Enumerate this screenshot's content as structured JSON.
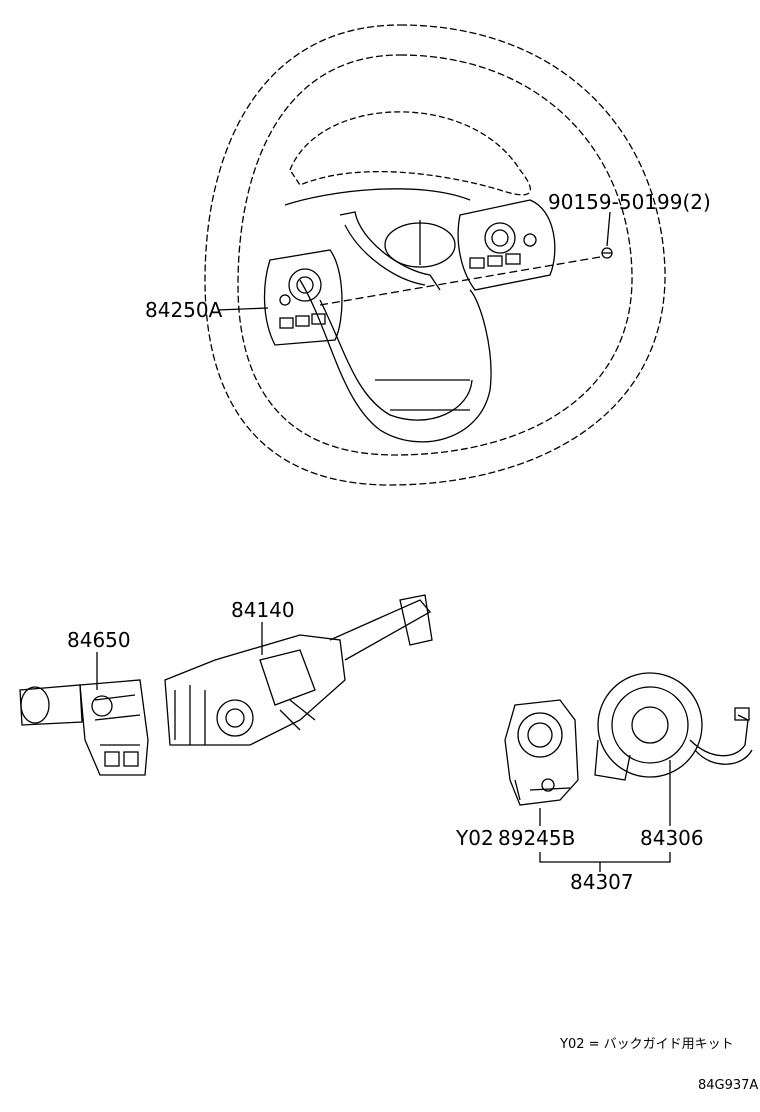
{
  "parts": {
    "bolt": "90159-50199(2)",
    "switch_assy": "84250A",
    "combination_switch": "84140",
    "wiper_switch": "84650",
    "variant_code": "Y02",
    "sensor": "89245B",
    "spiral_cable": "84306",
    "spiral_cable_assy": "84307"
  },
  "footnote": "Y02 = バックガイド用キット",
  "diagram_code": "84G937A"
}
